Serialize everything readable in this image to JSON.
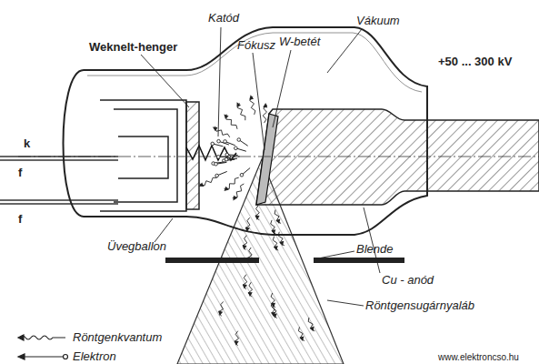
{
  "diagram": {
    "labels": [
      "Katód",
      "Weknelt-henger",
      "Fókusz",
      "W-betét",
      "Vákuum",
      "+50 ... 300 kV",
      "k",
      "f",
      "f",
      "Üvegballon",
      "Blende",
      "Cu - anód",
      "Röntgensugárnyaláb",
      "www.elektroncso.hu"
    ],
    "legend": [
      {
        "text": "Röntgenkvantum"
      },
      {
        "text": "Elektron"
      }
    ]
  }
}
